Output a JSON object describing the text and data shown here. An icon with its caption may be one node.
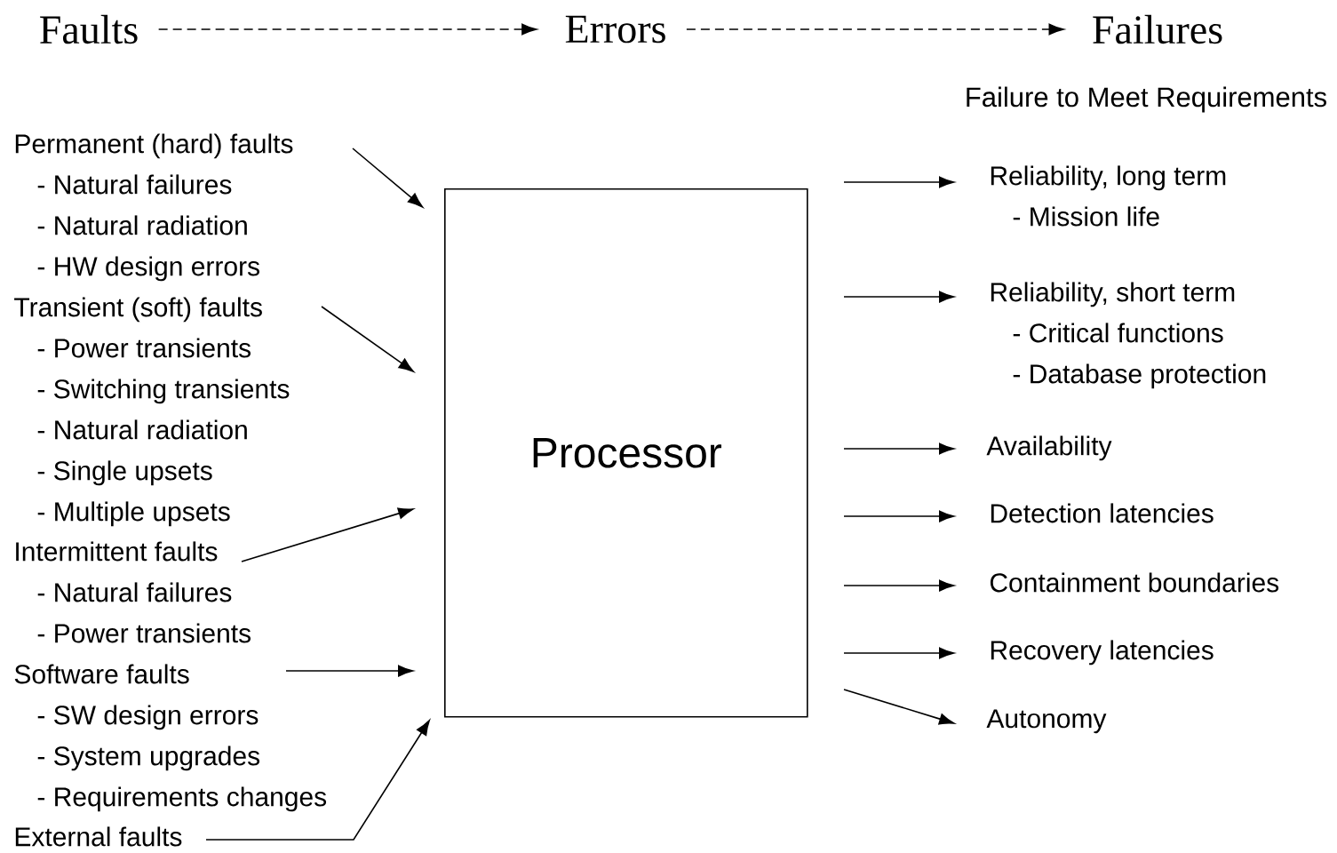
{
  "diagram": {
    "nodes": [
      {
        "text": [
          "Faults"
        ]
      },
      {
        "text": [
          "Errors"
        ]
      },
      {
        "text": [
          "Failures"
        ]
      },
      {
        "text": [
          "Processor"
        ]
      },
      {
        "text": [
          "Permanent (hard) faults",
          "- Natural failures",
          "- Natural radiation",
          "- HW design errors"
        ]
      },
      {
        "text": [
          "Transient (soft) faults",
          "- Power transients",
          "- Switching transients",
          "- Natural radiation",
          "- Single upsets",
          "- Multiple upsets"
        ]
      },
      {
        "text": [
          "Intermittent faults",
          "- Natural failures",
          "- Power transients"
        ]
      },
      {
        "text": [
          "Software faults",
          "- SW design errors",
          "- System upgrades",
          "- Requirements changes"
        ]
      },
      {
        "text": [
          "External faults"
        ]
      },
      {
        "text": [
          "Reliability, long term",
          "- Mission life"
        ]
      },
      {
        "text": [
          "Reliability, short term",
          "- Critical functions",
          "- Database protection"
        ]
      },
      {
        "text": [
          "Availability"
        ]
      },
      {
        "text": [
          "Detection latencies"
        ]
      },
      {
        "text": [
          "Containment boundaries"
        ]
      },
      {
        "text": [
          "Recovery latencies"
        ]
      },
      {
        "text": [
          "Autonomy"
        ]
      }
    ],
    "edges": [
      {
        "from": 0,
        "to": 1,
        "arrow": "to",
        "style": "dashed"
      },
      {
        "from": 1,
        "to": 2,
        "arrow": "to",
        "style": "dashed"
      },
      {
        "from": 4,
        "to": 3,
        "arrow": "to"
      },
      {
        "from": 5,
        "to": 3,
        "arrow": "to"
      },
      {
        "from": 6,
        "to": 3,
        "arrow": "to"
      },
      {
        "from": 7,
        "to": 3,
        "arrow": "to"
      },
      {
        "from": 8,
        "to": 3,
        "arrow": "to"
      },
      {
        "from": 3,
        "to": 9,
        "arrow": "to"
      },
      {
        "from": 3,
        "to": 10,
        "arrow": "to"
      },
      {
        "from": 3,
        "to": 11,
        "arrow": "to"
      },
      {
        "from": 3,
        "to": 12,
        "arrow": "to"
      },
      {
        "from": 3,
        "to": 13,
        "arrow": "to"
      },
      {
        "from": 3,
        "to": 14,
        "arrow": "to"
      },
      {
        "from": 3,
        "to": 15,
        "arrow": "to"
      }
    ],
    "labels": [
      "Failure to Meet Requirements"
    ]
  }
}
